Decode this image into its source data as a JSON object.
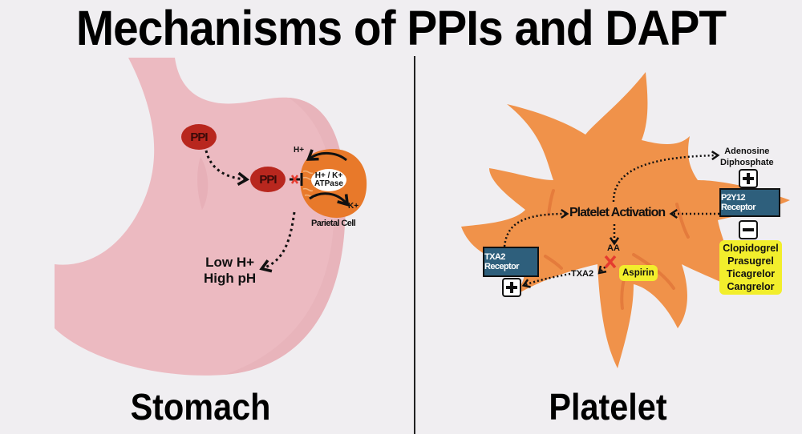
{
  "title": "Mechanisms of PPIs and DAPT",
  "panels": {
    "left": {
      "label": "Stomach",
      "ppi_outside": "PPI",
      "ppi_inside": "PPI",
      "h_plus": "H+",
      "k_plus": "K+",
      "atpase_line1": "H+ / K+",
      "atpase_line2": "ATPase",
      "parietal_cell": "Parietal Cell",
      "result_line1": "Low H+",
      "result_line2": "High pH"
    },
    "right": {
      "label": "Platelet",
      "activation": "Platelet Activation",
      "adp_line1": "Adenosine",
      "adp_line2": "Diphosphate",
      "p2y12": "P2Y12 Receptor",
      "txa2_receptor": "TXA2 Receptor",
      "aa": "AA",
      "txa2": "TXA2",
      "aspirin": "Aspirin",
      "p2y12_inhibitors": [
        "Clopidogrel",
        "Prasugrel",
        "Ticagrelor",
        "Cangrelor"
      ]
    }
  },
  "colors": {
    "background": "#f0eef1",
    "stomach": "#ecbac1",
    "ppi": "#b8271e",
    "parietal": "#e8792a",
    "platelet": "#f0924a",
    "receptor": "#2e5f7c",
    "highlight": "#f2ee2c",
    "block_x": "#e53b2f"
  }
}
